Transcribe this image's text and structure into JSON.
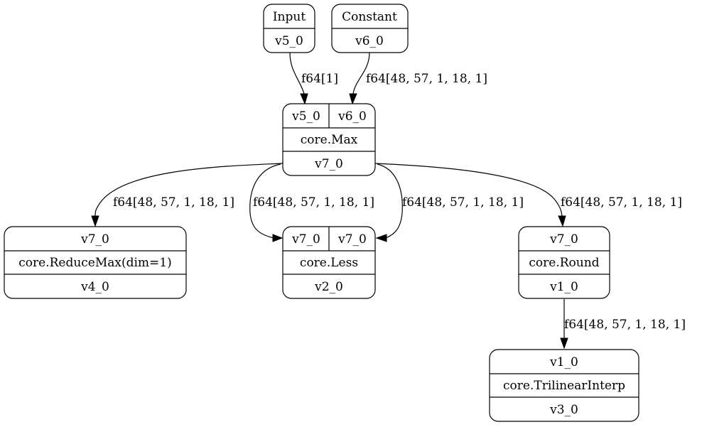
{
  "nodes": {
    "input": {
      "title": "Input",
      "value": "v5_0",
      "fill": "#9ef5fb"
    },
    "constant": {
      "title": "Constant",
      "value": "v6_0",
      "fill": "#ffb6c1"
    },
    "max": {
      "inputs": [
        "v5_0",
        "v6_0"
      ],
      "op": "core.Max",
      "output": "v7_0"
    },
    "reducemax": {
      "inputs": [
        "v7_0"
      ],
      "op": "core.ReduceMax(dim=1)",
      "output": "v4_0"
    },
    "less": {
      "inputs": [
        "v7_0",
        "v7_0"
      ],
      "op": "core.Less",
      "output": "v2_0"
    },
    "round": {
      "inputs": [
        "v7_0"
      ],
      "op": "core.Round",
      "output": "v1_0"
    },
    "trilinear": {
      "inputs": [
        "v1_0"
      ],
      "op": "core.TrilinearInterp",
      "output": "v3_0"
    }
  },
  "edges": {
    "input_to_max": "f64[1]",
    "constant_to_max": "f64[48, 57, 1, 18, 1]",
    "max_to_reducemax": "f64[48, 57, 1, 18, 1]",
    "max_to_less_a": "f64[48, 57, 1, 18, 1]",
    "max_to_less_b": "f64[48, 57, 1, 18, 1]",
    "max_to_round": "f64[48, 57, 1, 18, 1]",
    "round_to_trilinear": "f64[48, 57, 1, 18, 1]"
  }
}
